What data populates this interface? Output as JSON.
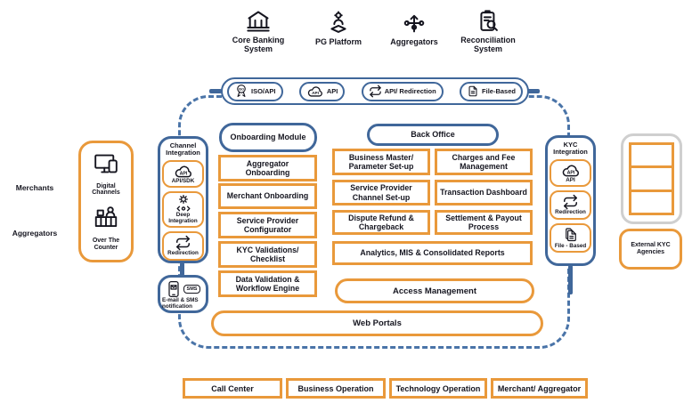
{
  "colors": {
    "orange": "#E9993B",
    "blue": "#40679A",
    "dashed_border": "#4A74A8",
    "text_dark": "#15151F",
    "grey_border": "#CFCFCF"
  },
  "top_systems": [
    {
      "icon": "bank-icon",
      "label": "Core Banking System"
    },
    {
      "icon": "pg-platform-icon",
      "label": "PG Platform"
    },
    {
      "icon": "aggregators-icon",
      "label": "Aggregators"
    },
    {
      "icon": "reconciliation-icon",
      "label": "Reconciliation System"
    }
  ],
  "integration_pills": [
    {
      "icon": "iso-badge-icon",
      "label": "ISO/API"
    },
    {
      "icon": "api-cloud-icon",
      "label": "API"
    },
    {
      "icon": "redirection-icon",
      "label": "API/ Redirection"
    },
    {
      "icon": "file-icon",
      "label": "File-Based"
    }
  ],
  "left_actors": {
    "merchants": "Merchants",
    "aggregators": "Aggregators"
  },
  "channels_box": {
    "items": [
      {
        "icon": "monitor-icon",
        "label": "Digital Channels"
      },
      {
        "icon": "counter-icon",
        "label": "Over The Counter"
      }
    ]
  },
  "channel_integration": {
    "title": "Channel Integration",
    "items": [
      {
        "icon": "api-cloud-icon",
        "label": "API/SDK"
      },
      {
        "icon": "gear-integration-icon",
        "label": "Deep Integration"
      },
      {
        "icon": "redirection-icon",
        "label": "Redirection"
      }
    ]
  },
  "notification_box": {
    "label": "E-mail & SMS notification",
    "sms_badge": "SMS"
  },
  "onboarding": {
    "header": "Onboarding Module",
    "items": [
      "Aggregator Onboarding",
      "Merchant Onboarding",
      "Service Provider Configurator",
      "KYC Validations/ Checklist",
      "Data Validation & Workflow Engine"
    ]
  },
  "back_office": {
    "header": "Back Office",
    "grid": [
      "Business Master/ Parameter Set-up",
      "Charges and Fee Management",
      "Service Provider Channel Set-up",
      "Transaction Dashboard",
      "Dispute Refund & Chargeback",
      "Settlement & Payout Process"
    ],
    "wide": "Analytics, MIS & Consolidated Reports",
    "pill": "Access Management"
  },
  "web_portals_label": "Web Portals",
  "kyc_integration": {
    "title": "KYC Integration",
    "items": [
      {
        "icon": "api-cloud-icon",
        "label": "API"
      },
      {
        "icon": "redirection-icon",
        "label": "Redirection"
      },
      {
        "icon": "files-icon",
        "label": "File - Based"
      }
    ]
  },
  "right_external": {
    "rows": 3,
    "label": "External KYC Agencies"
  },
  "bottom_row": [
    "Call Center",
    "Business Operation",
    "Technology Operation",
    "Merchant/ Aggregator"
  ],
  "icon_texts": {
    "api": "API",
    "iso": "ISO"
  }
}
